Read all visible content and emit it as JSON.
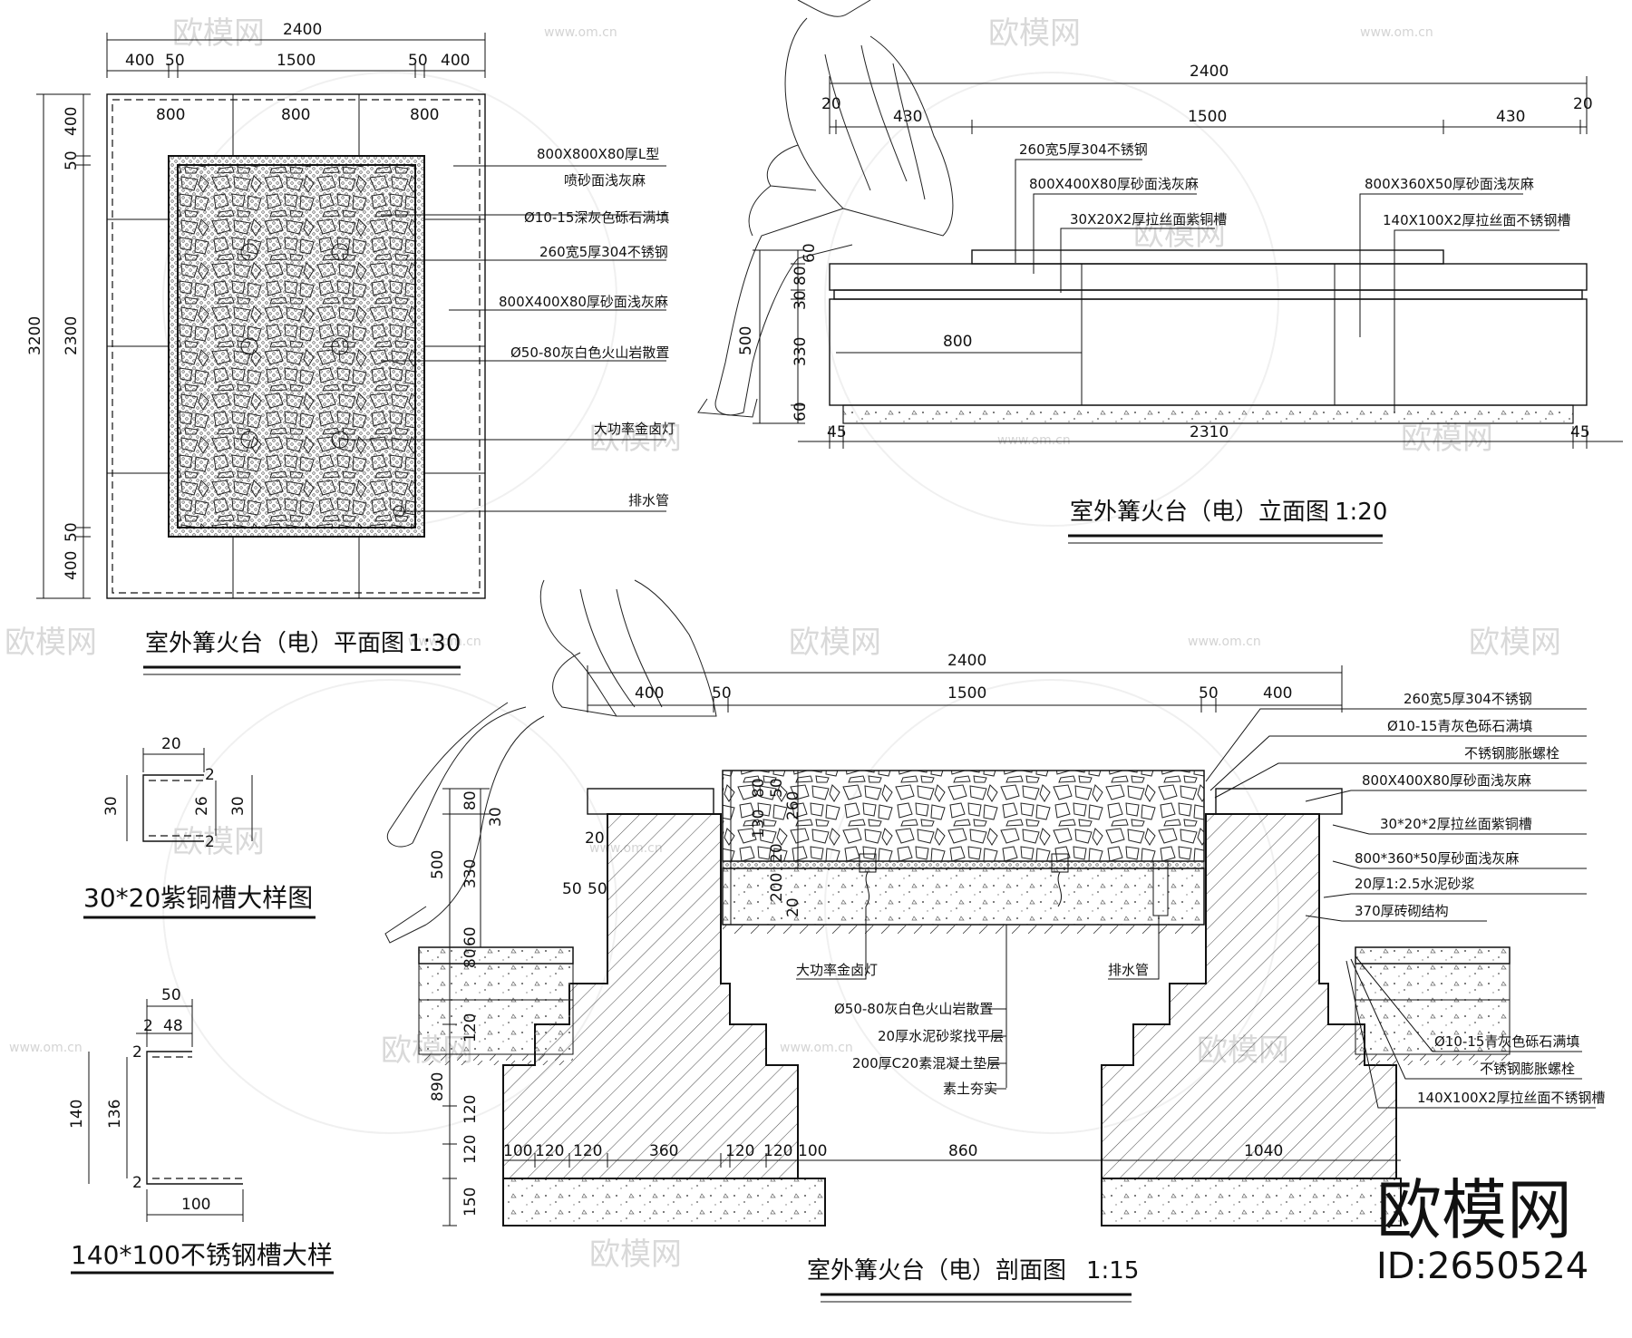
{
  "plan": {
    "title": "室外篝火台（电）平面图",
    "scale": "1:30",
    "dims_top": {
      "total": "2400",
      "a": "400",
      "b": "50",
      "c": "1500",
      "d": "50",
      "e": "400"
    },
    "dims_inner": [
      "800",
      "800",
      "800"
    ],
    "dims_left": {
      "total": "3200",
      "a": "400",
      "b": "50",
      "c": "2300",
      "d": "50",
      "e": "400"
    },
    "labels": [
      "800X800X80厚L型",
      "喷砂面浅灰麻",
      "Ø10-15深灰色砾石满填",
      "260宽5厚304不锈钢",
      "800X400X80厚砂面浅灰麻",
      "Ø50-80灰白色火山岩散置",
      "大功率金卤灯",
      "排水管"
    ]
  },
  "elevation": {
    "title": "室外篝火台（电）立面图",
    "scale": "1:20",
    "dims_top": {
      "total": "2400",
      "a": "20",
      "b": "430",
      "c": "1500",
      "d": "430",
      "e": "20"
    },
    "dims_left": [
      "60",
      "80",
      "30",
      "330",
      "500",
      "60"
    ],
    "dims_bottom": [
      "45",
      "2310",
      "45"
    ],
    "dim_inner": "800",
    "labels": [
      "260宽5厚304不锈钢",
      "800X400X80厚砂面浅灰麻",
      "30X20X2厚拉丝面紫铜槽",
      "800X360X50厚砂面浅灰麻",
      "140X100X2厚拉丝面不锈钢槽"
    ]
  },
  "detail_a": {
    "title": "30*20紫铜槽大样图",
    "dims": [
      "20",
      "30",
      "26",
      "30",
      "2",
      "2"
    ]
  },
  "detail_b": {
    "title": "140*100不锈钢槽大样",
    "dims": [
      "50",
      "2",
      "48",
      "140",
      "136",
      "2",
      "2",
      "100"
    ]
  },
  "section": {
    "title": "室外篝火台（电）剖面图",
    "scale": "1:15",
    "dims_top": {
      "total": "2400",
      "a": "400",
      "b": "50",
      "c": "1500",
      "d": "50",
      "e": "400"
    },
    "dims_left": [
      "80",
      "30",
      "500",
      "330",
      "60",
      "80",
      "20",
      "890",
      "120",
      "120",
      "120",
      "150"
    ],
    "dims_inner": [
      "130",
      "80",
      "50",
      "260",
      "20",
      "200",
      "20",
      "50",
      "50"
    ],
    "dims_bottom": [
      "100",
      "120",
      "120",
      "360",
      "120",
      "120",
      "100",
      "860",
      "1040"
    ],
    "labels_right": [
      "260宽5厚304不锈钢",
      "Ø10-15青灰色砾石满填",
      "不锈钢膨胀螺栓",
      "800X400X80厚砂面浅灰麻",
      "30*20*2厚拉丝面紫铜槽",
      "800*360*50厚砂面浅灰麻",
      "20厚1:2.5水泥砂浆",
      "370厚砖砌结构",
      "Ø10-15青灰色砾石满填",
      "不锈钢膨胀螺栓",
      "140X100X2厚拉丝面不锈钢槽"
    ],
    "labels_center": [
      "大功率金卤灯",
      "排水管",
      "Ø50-80灰白色火山岩散置",
      "20厚水泥砂浆找平层",
      "200厚C20素混凝土垫层",
      "素土夯实"
    ]
  },
  "watermark": {
    "brand": "欧模网",
    "url": "www.om.cn",
    "id": "ID:2650524"
  }
}
